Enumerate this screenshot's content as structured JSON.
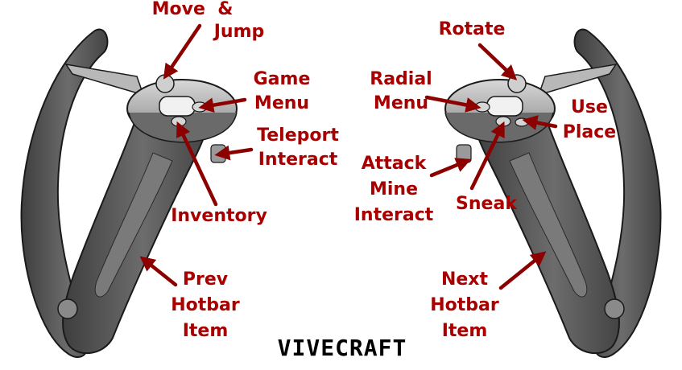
{
  "colors": {
    "label": "#a80000",
    "arrow": "#8c0000",
    "controller_body": "#5a5a5a",
    "controller_light": "#bdbdbd",
    "outline": "#1a1a1a"
  },
  "labels": {
    "move_jump_1": "Move  &",
    "move_jump_2": "Jump",
    "game_menu_1": "Game",
    "game_menu_2": "Menu",
    "teleport_1": "Teleport",
    "teleport_2": "Interact",
    "inventory": "Inventory",
    "prev_hotbar_1": "Prev",
    "prev_hotbar_2": "Hotbar",
    "prev_hotbar_3": "Item",
    "rotate": "Rotate",
    "radial_menu_1": "Radial",
    "radial_menu_2": "Menu",
    "use_place_1": "Use",
    "use_place_2": "Place",
    "attack_1": "Attack",
    "attack_2": "Mine",
    "attack_3": "Interact",
    "sneak": "Sneak",
    "next_hotbar_1": "Next",
    "next_hotbar_2": "Hotbar",
    "next_hotbar_3": "Item"
  },
  "logo": {
    "text": "VIVECRAFT"
  }
}
